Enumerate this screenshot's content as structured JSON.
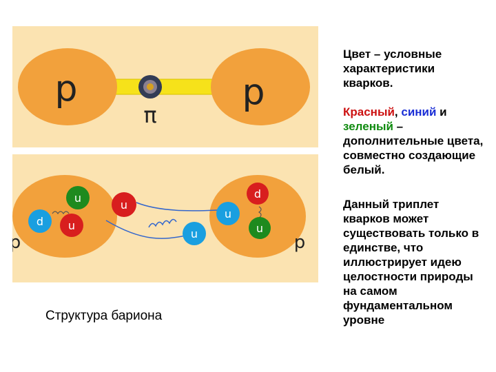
{
  "top_diagram": {
    "left_label": "p",
    "right_label": "p",
    "pion_label": "π"
  },
  "bottom_diagram": {
    "left_proton": {
      "edge_label": "p",
      "quarks": [
        "u",
        "d",
        "u"
      ]
    },
    "right_proton": {
      "edge_label": "p",
      "quarks": [
        "d",
        "u"
      ]
    },
    "exchange_quarks": [
      "u",
      "u"
    ]
  },
  "caption": "Структура бариона",
  "text": {
    "p1": "Цвет – условные характеристики кварков.",
    "p2": {
      "red_word": "Красный",
      "sep1": ", ",
      "blue_word": "синий",
      "sep2": " и ",
      "green_word": "зеленый",
      "rest": " – дополнительные цвета, совместно создающие белый."
    },
    "p3": "Данный триплет кварков может существовать только в единстве, что иллюстрирует идею целостности природы на самом фундаментальном уровне"
  },
  "colors": {
    "panel_bg": "#fbe3b1",
    "proton_fill": "#f2a13c",
    "pion_bar": "#f6e21a",
    "quark_red": "#d81e1e",
    "quark_green": "#1e8a1e",
    "quark_blue": "#1a9fe0"
  }
}
